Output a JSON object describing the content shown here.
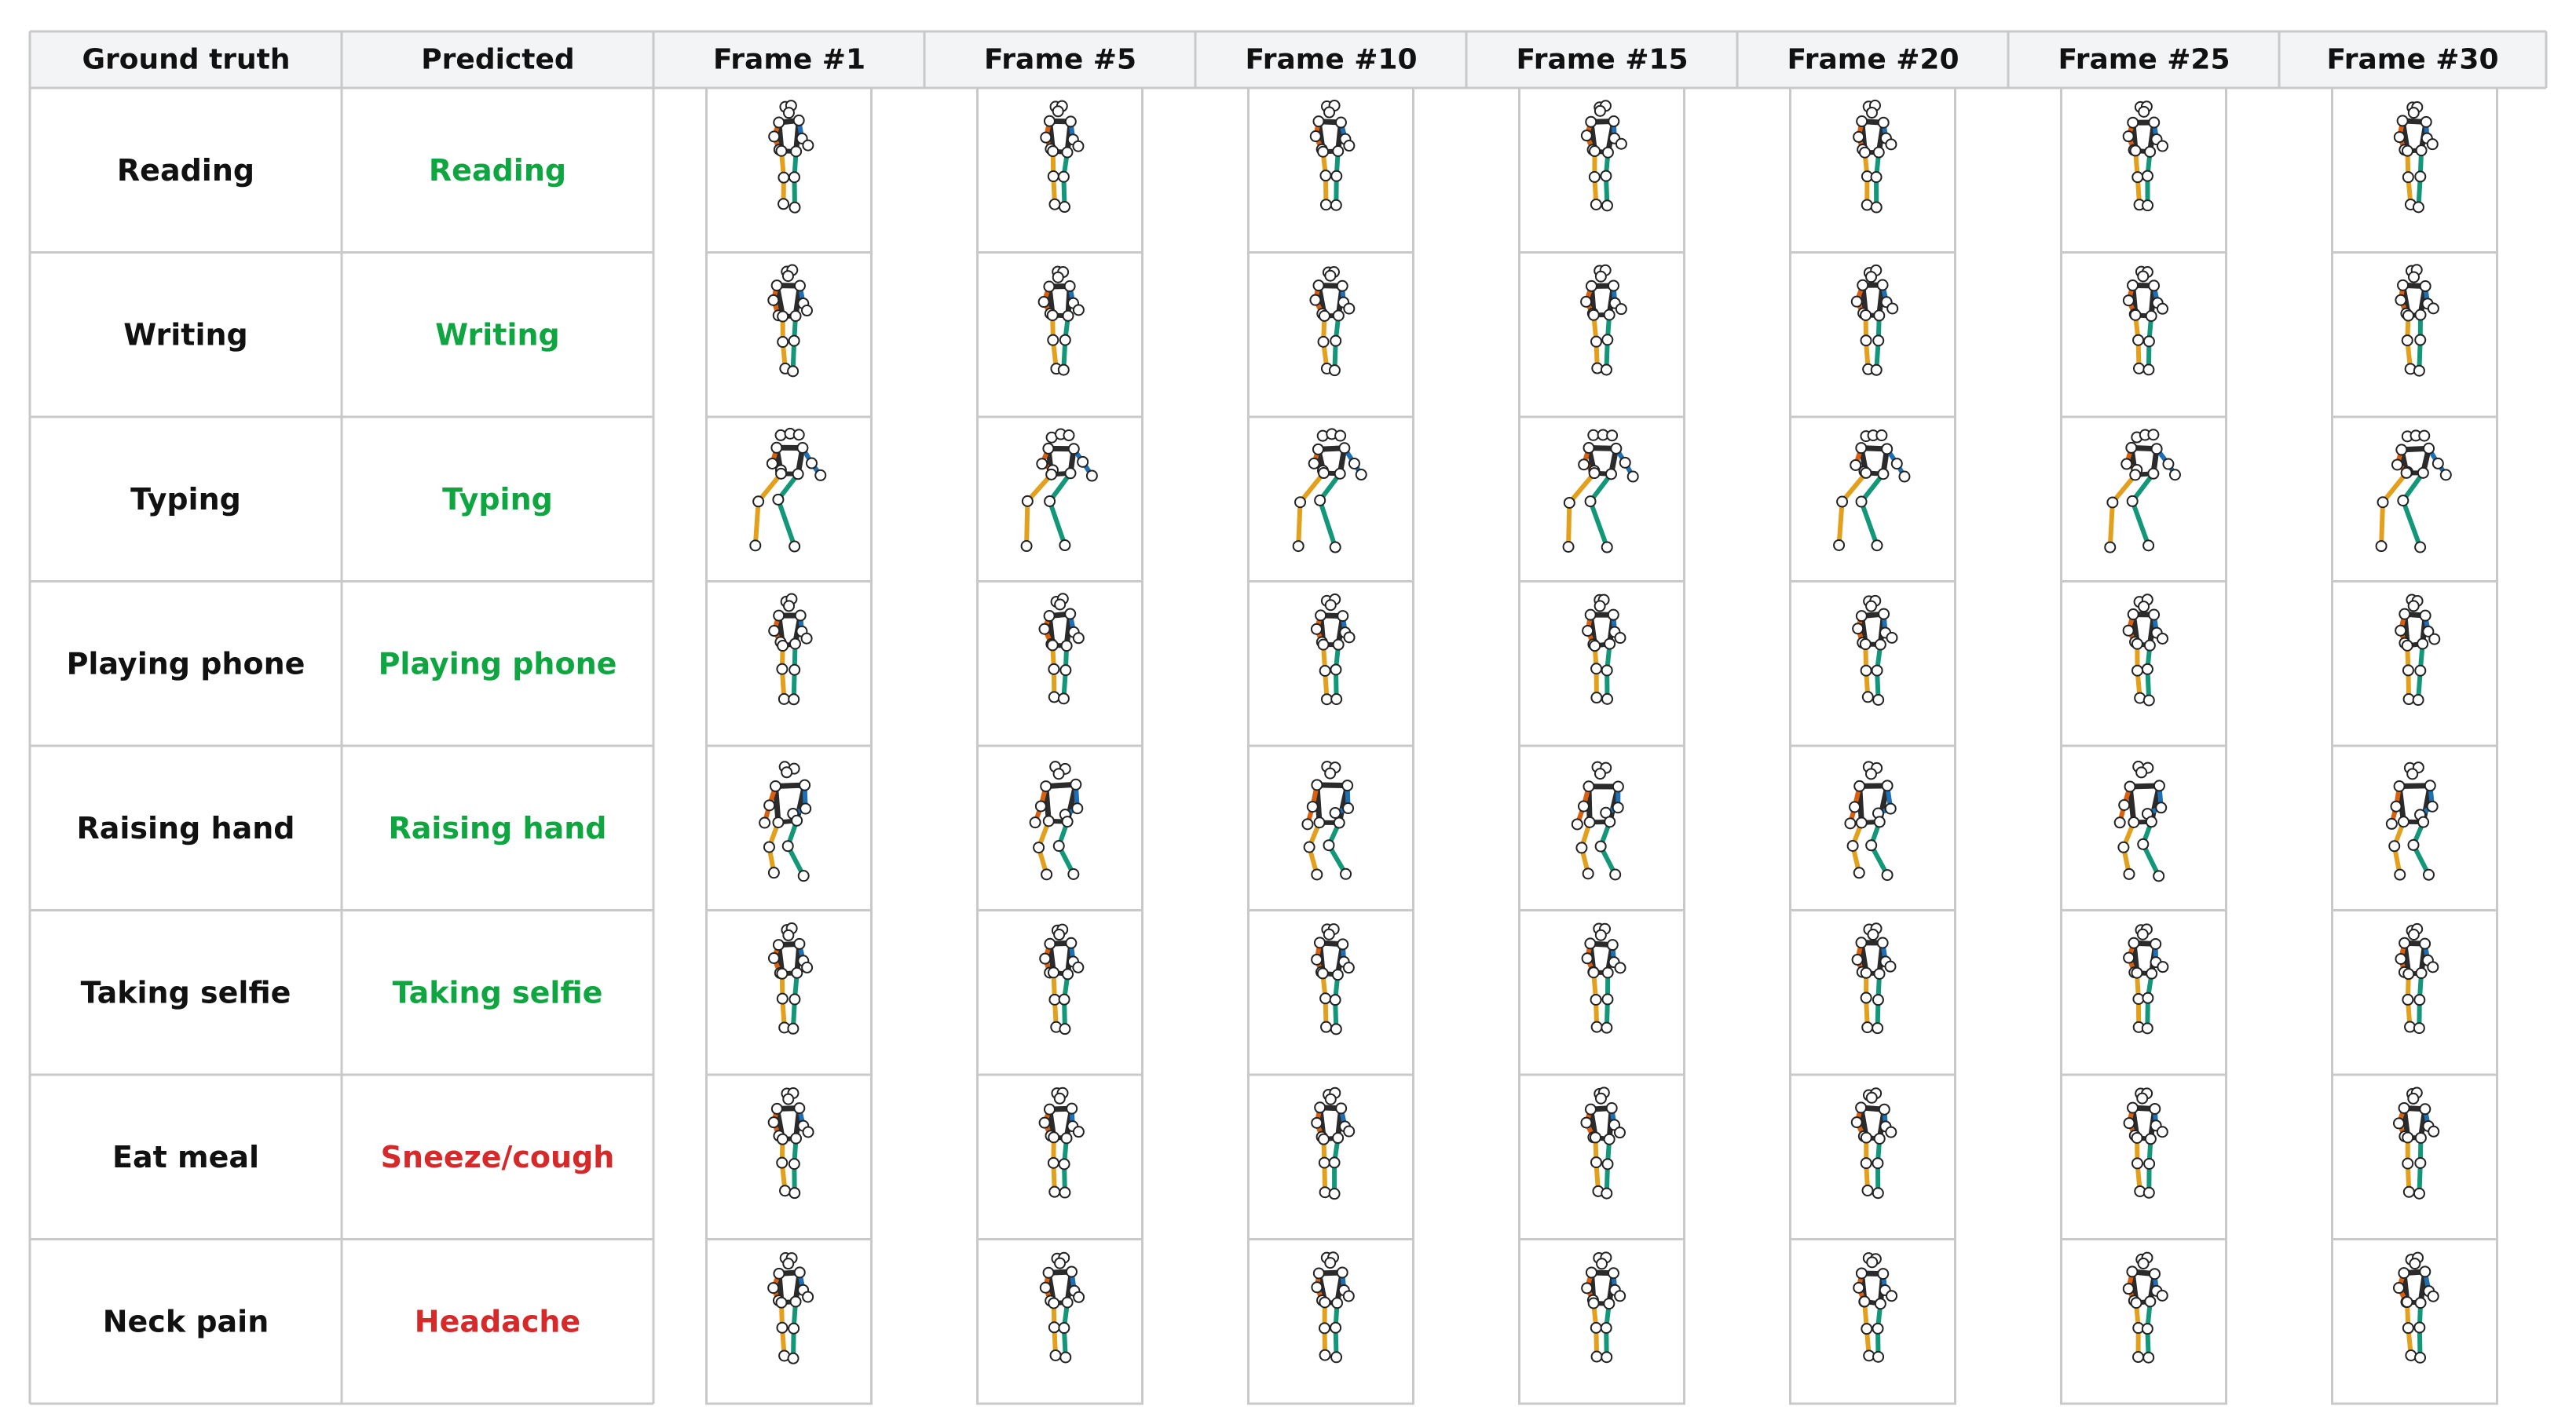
{
  "colors": {
    "correct": "#0fa541",
    "wrong": "#d62a2a",
    "torso": "#2b2b2b",
    "right_arm": "#1f6fb4",
    "left_arm": "#d9600f",
    "left_leg": "#e2a01c",
    "right_leg": "#129878"
  },
  "headers": {
    "ground_truth": "Ground truth",
    "predicted": "Predicted",
    "frames": [
      "Frame #1",
      "Frame #5",
      "Frame #10",
      "Frame #15",
      "Frame #20",
      "Frame #25",
      "Frame #30"
    ]
  },
  "rows": [
    {
      "ground_truth": "Reading",
      "predicted": "Reading",
      "correct": true,
      "pose": "stand"
    },
    {
      "ground_truth": "Writing",
      "predicted": "Writing",
      "correct": true,
      "pose": "stand"
    },
    {
      "ground_truth": "Typing",
      "predicted": "Typing",
      "correct": true,
      "pose": "sit"
    },
    {
      "ground_truth": "Playing phone",
      "predicted": "Playing phone",
      "correct": true,
      "pose": "stand"
    },
    {
      "ground_truth": "Raising hand",
      "predicted": "Raising hand",
      "correct": true,
      "pose": "lean"
    },
    {
      "ground_truth": "Taking selfie",
      "predicted": "Taking selfie",
      "correct": true,
      "pose": "stand"
    },
    {
      "ground_truth": "Eat meal",
      "predicted": "Sneeze/cough",
      "correct": false,
      "pose": "stand"
    },
    {
      "ground_truth": "Neck pain",
      "predicted": "Headache",
      "correct": false,
      "pose": "stand"
    }
  ]
}
